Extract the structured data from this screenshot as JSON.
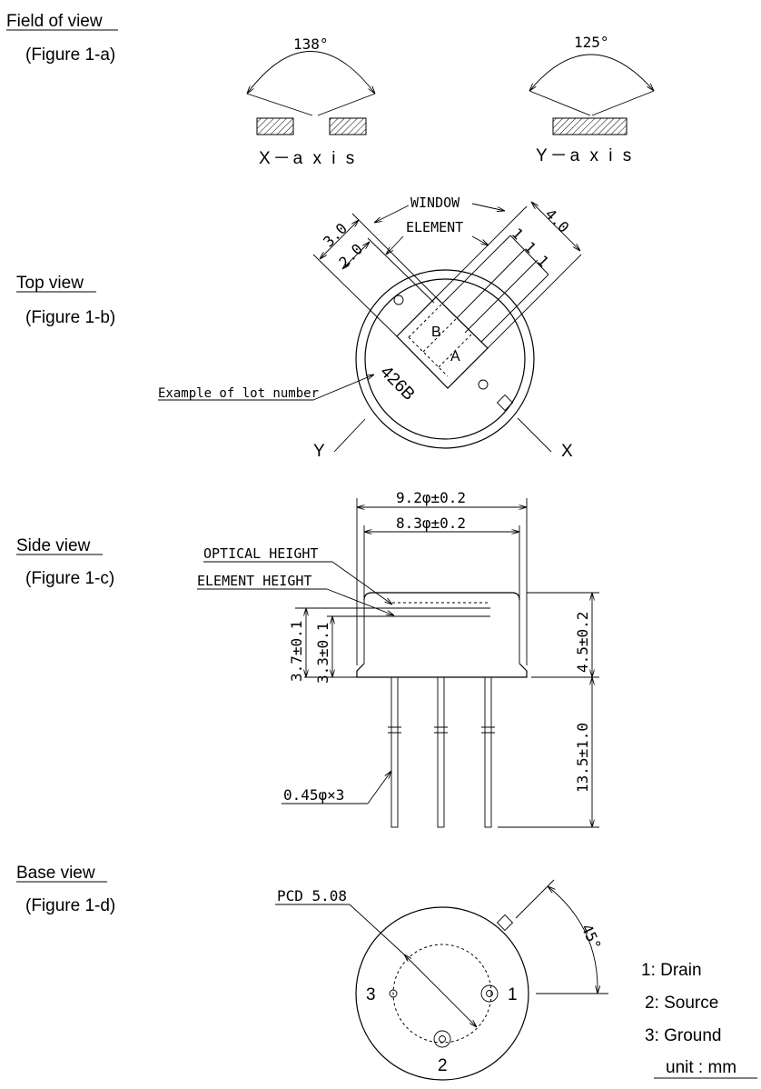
{
  "fig_a": {
    "heading": "Field of view",
    "caption": "(Figure 1-a)",
    "x_angle": "138°",
    "y_angle": "125°",
    "x_label": "X－a x i s",
    "y_label": "Y－a x i s"
  },
  "fig_b": {
    "heading": "Top view",
    "caption": "(Figure 1-b)",
    "window": "WINDOW",
    "element": "ELEMENT",
    "dim_30": "3.0",
    "dim_20": "2.0",
    "dim_40": "4.0",
    "dim_1a": "1",
    "dim_1b": "1",
    "dim_1c": "1",
    "elem_b": "B",
    "elem_a": "A",
    "lot_label": "Example of lot number",
    "lot": "426B",
    "axis_y": "Y",
    "axis_x": "X"
  },
  "fig_c": {
    "heading": "Side view",
    "caption": "(Figure 1-c)",
    "outer_dia": "9.2φ±0.2",
    "inner_dia": "8.3φ±0.2",
    "optical": "OPTICAL HEIGHT",
    "element": "ELEMENT HEIGHT",
    "h37": "3.7±0.1",
    "h33": "3.3±0.1",
    "h45": "4.5±0.2",
    "h135": "13.5±1.0",
    "pins": "0.45φ×3"
  },
  "fig_d": {
    "heading": "Base view",
    "caption": "(Figure 1-d)",
    "pcd": "PCD 5.08",
    "angle": "45°",
    "pin1": "1",
    "pin2": "2",
    "pin3": "3",
    "legend": [
      "1: Drain",
      "2: Source",
      "3: Ground"
    ],
    "unit": "unit : mm"
  }
}
